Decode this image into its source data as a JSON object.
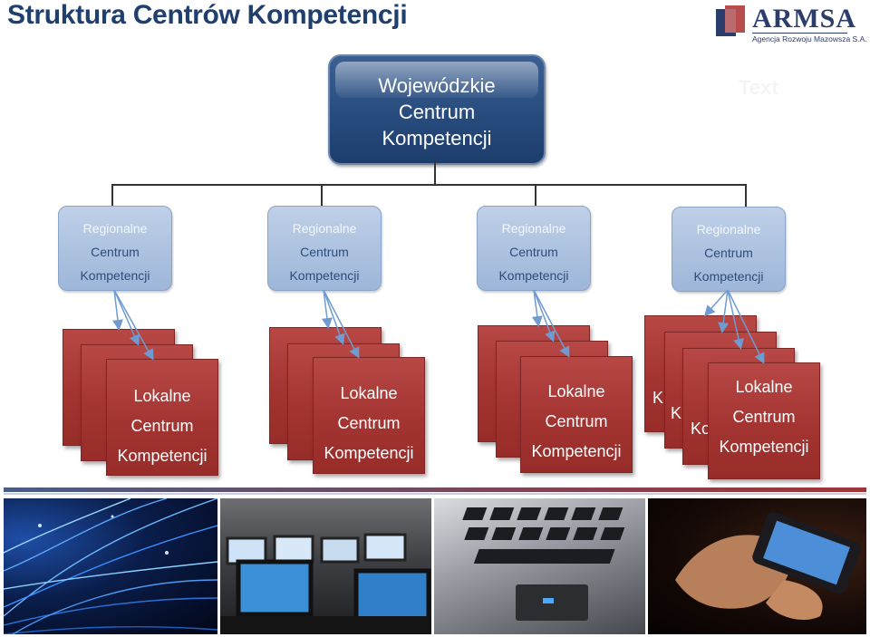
{
  "title": "Struktura Centrów Kompetencji",
  "logo": {
    "name": "ARMSA",
    "subtitle": "Agencja Rozwoju Mazowsza S.A."
  },
  "ghost_text": "Text",
  "top": {
    "lines": [
      "Wojewódzkie",
      "Centrum",
      "Kompetencji"
    ]
  },
  "regional": [
    {
      "lines": [
        "Regionalne",
        "Centrum",
        "Kompetencji"
      ]
    },
    {
      "lines": [
        "Regionalne",
        "Centrum",
        "Kompetencji"
      ]
    },
    {
      "lines": [
        "Regionalne",
        "Centrum",
        "Kompetencji"
      ]
    },
    {
      "lines": [
        "Regionalne",
        "Centrum",
        "Kompetencji"
      ]
    }
  ],
  "local": [
    {
      "lines": [
        "Lokalne",
        "Centrum",
        "Kompetencji"
      ]
    },
    {
      "lines": [
        "Lokalne",
        "Centrum",
        "Kompetencji"
      ]
    },
    {
      "lines": [
        "Lokalne",
        "Centrum",
        "Kompetencji"
      ]
    },
    {
      "lines": [
        "Lokalne",
        "Centrum",
        "Kompetencji"
      ]
    }
  ],
  "peek": {
    "k1": "K",
    "k2": "K",
    "ko": "Ko"
  },
  "colors": {
    "title": "#1f3f6e",
    "top_box": "#264a7c",
    "regional_box": "#a9bfe0",
    "local_box": "#a33431",
    "arrow": "#6f9bd1"
  },
  "photos": [
    "fiber-optic-image",
    "computer-lab-image",
    "laptop-keyboard-image",
    "smartphone-hand-image"
  ]
}
